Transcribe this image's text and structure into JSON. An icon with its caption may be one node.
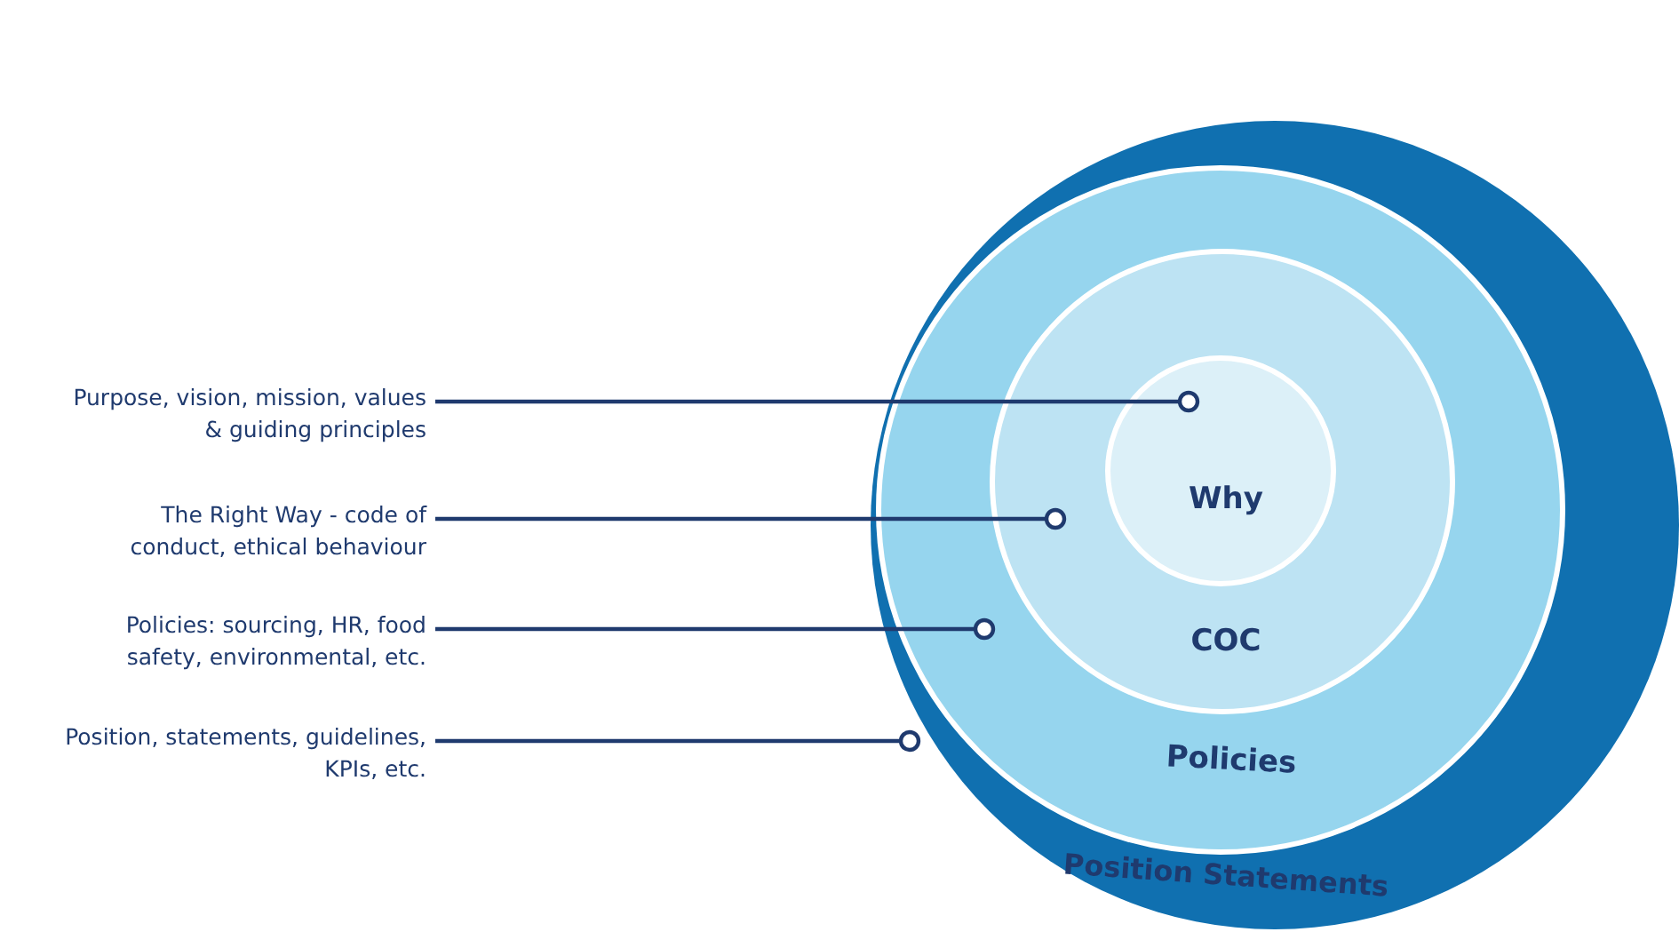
{
  "diagram": {
    "nodes": [
      {
        "text": [
          "Position Statements"
        ]
      },
      {
        "text": [
          "Policies"
        ],
        "in": 0
      },
      {
        "text": [
          "COC"
        ],
        "in": 1
      },
      {
        "text": [
          "Why"
        ],
        "in": 2
      },
      {
        "text": [
          "Purpose, vision, mission, values & guiding principles"
        ]
      },
      {
        "text": [
          "The Right Way - code of conduct, ethical behaviour"
        ]
      },
      {
        "text": [
          "Policies: sourcing, HR, food safety, environmental, etc."
        ]
      },
      {
        "text": [
          "Position, statements, guidelines, KPIs, etc."
        ]
      }
    ],
    "edges": [
      {
        "from": 4,
        "to": 3,
        "arrow": "other"
      },
      {
        "from": 5,
        "to": 2,
        "arrow": "other"
      },
      {
        "from": 6,
        "to": 1,
        "arrow": "other"
      },
      {
        "from": 7,
        "to": 0,
        "arrow": "other"
      }
    ]
  }
}
